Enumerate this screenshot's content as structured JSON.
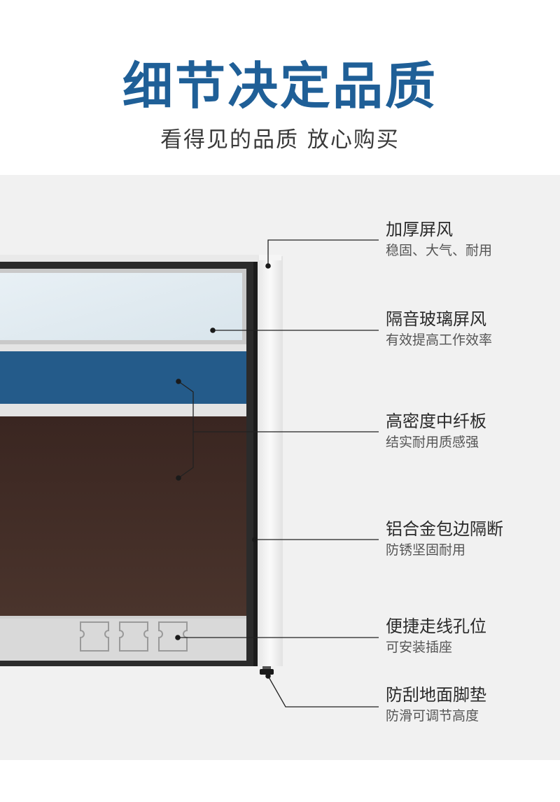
{
  "header": {
    "title": "细节决定品质",
    "subtitle": "看得见的品质 放心购买"
  },
  "colors": {
    "title_blue": "#1f5f97",
    "fabric_blue": "#245b8a",
    "board_brown": "#3d2a24",
    "frame_dark": "#2b2b2b",
    "glass": "#dfe9f0",
    "background_gray": "#f1f1f1"
  },
  "features": [
    {
      "title": "加厚屏风",
      "desc": "稳固、大气、耐用"
    },
    {
      "title": "隔音玻璃屏风",
      "desc": "有效提高工作效率"
    },
    {
      "title": "高密度中纤板",
      "desc": "结实耐用质感强"
    },
    {
      "title": "铝合金包边隔断",
      "desc": "防锈坚固耐用"
    },
    {
      "title": "便捷走线孔位",
      "desc": "可安装插座"
    },
    {
      "title": "防刮地面脚垫",
      "desc": "防滑可调节高度"
    }
  ]
}
